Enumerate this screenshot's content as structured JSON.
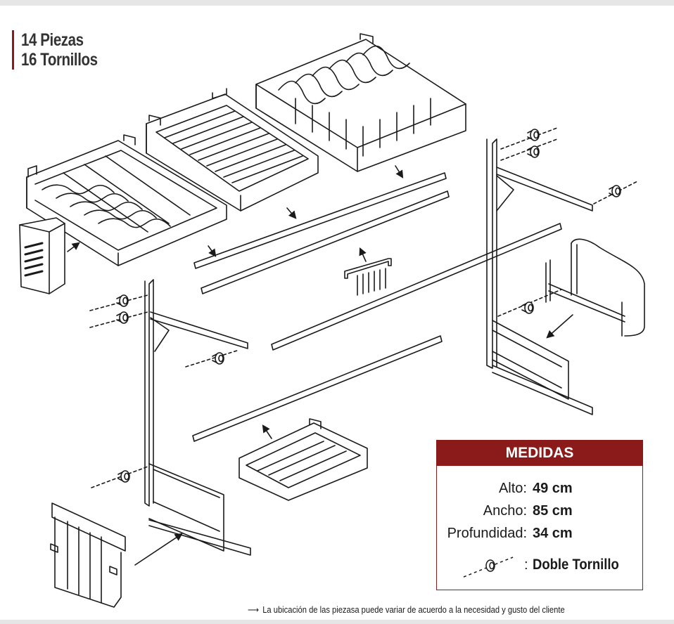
{
  "header": {
    "pieces": "14 Piezas",
    "screws": "16 Tornillos"
  },
  "measures": {
    "title": "MEDIDAS",
    "rows": [
      {
        "label": "Alto:",
        "value": "49 cm"
      },
      {
        "label": "Ancho:",
        "value": "85 cm"
      },
      {
        "label": "Profundidad:",
        "value": "34 cm"
      }
    ],
    "screw_label": "Doble Tornillo",
    "colon": ":"
  },
  "footer_note": "La ubicación de las piezasa puede variar de acuerdo a la necesidad y gusto del cliente",
  "colors": {
    "accent": "#8b1a1a",
    "line": "#1a1a1a"
  }
}
